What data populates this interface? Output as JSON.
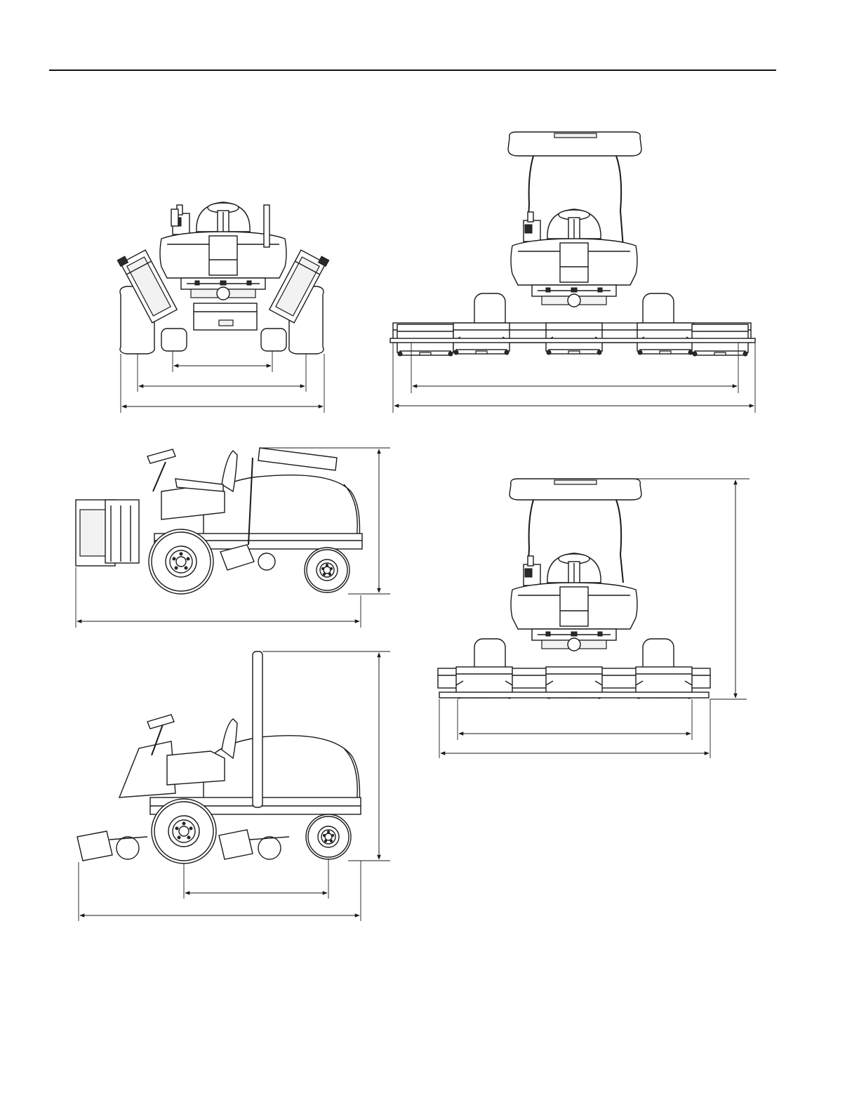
{
  "page": {
    "views": [
      {
        "id": "front-view-reels-raised"
      },
      {
        "id": "front-view-reels-lowered"
      },
      {
        "id": "side-view-transport"
      },
      {
        "id": "side-view-mowing"
      },
      {
        "id": "front-view-mowing-height"
      }
    ]
  },
  "dimensions": {
    "front_raised": [
      "rear-track-width",
      "front-track-width",
      "overall-width-transport"
    ],
    "front_lowered": [
      "width-of-cut",
      "overall-width-mowing"
    ],
    "side_transport": [
      "overall-height-rops",
      "overall-length-transport"
    ],
    "side_mowing": [
      "wheelbase",
      "overall-length-mowing",
      "overall-height-mowing"
    ],
    "front_height": [
      "height-to-canopy",
      "cut-width-inner",
      "cut-width-outer"
    ]
  }
}
